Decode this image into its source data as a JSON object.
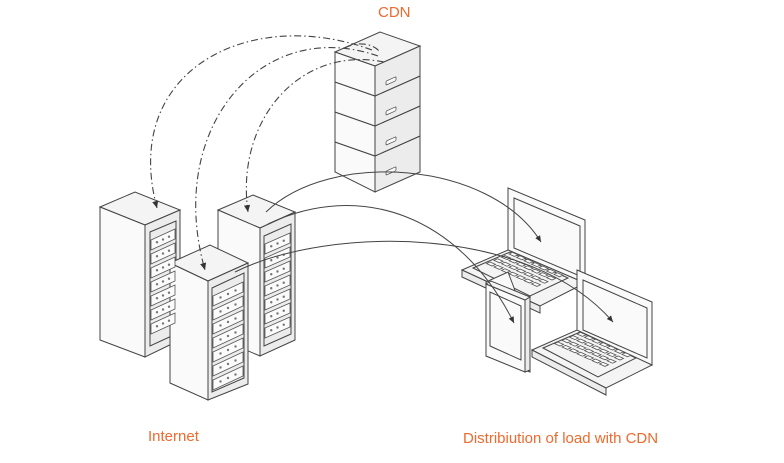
{
  "labels": {
    "cdn": "CDN",
    "internet": "Internet",
    "distribution": "Distribiution of load with CDN"
  },
  "colors": {
    "label": "#ee6a2e",
    "stroke": "#444444",
    "background": "#ffffff"
  }
}
